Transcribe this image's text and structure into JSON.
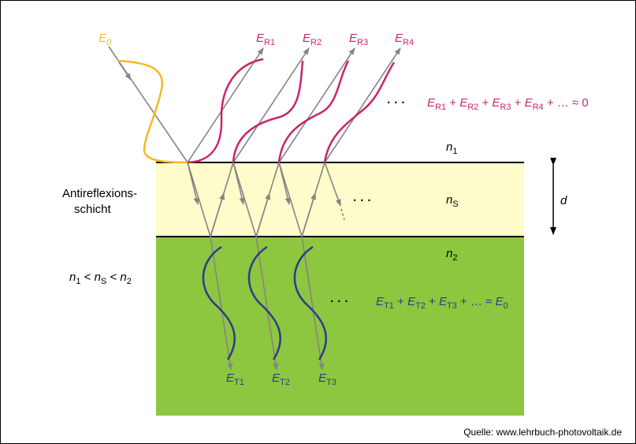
{
  "colors": {
    "background": "#ffffff",
    "coating_layer": "#fffccc",
    "substrate": "#8dc63f",
    "ray": "#858585",
    "incident_wave": "#f7b924",
    "reflected_wave": "#c8246d",
    "transmitted_wave": "#2e3a8c",
    "interface_line": "#000000"
  },
  "labels": {
    "E0": {
      "main": "E",
      "sub": "0"
    },
    "reflected": [
      {
        "main": "E",
        "sub": "R1"
      },
      {
        "main": "E",
        "sub": "R2"
      },
      {
        "main": "E",
        "sub": "R3"
      },
      {
        "main": "E",
        "sub": "R4"
      }
    ],
    "transmitted": [
      {
        "main": "E",
        "sub": "T1"
      },
      {
        "main": "E",
        "sub": "T2"
      },
      {
        "main": "E",
        "sub": "T3"
      }
    ],
    "reflected_sum": {
      "terms": [
        "R1",
        "R2",
        "R3",
        "R4"
      ],
      "plus": "+",
      "tail": "+ … ≈ 0"
    },
    "transmitted_sum": {
      "terms": [
        "T1",
        "T2",
        "T3"
      ],
      "plus": "+",
      "tail": "+ … ≈",
      "result": {
        "main": "E",
        "sub": "0"
      }
    },
    "ellipsis": "· · ·",
    "n1": {
      "main": "n",
      "sub": "1"
    },
    "nS": {
      "main": "n",
      "sub": "S"
    },
    "n2": {
      "main": "n",
      "sub": "2"
    },
    "d": "d",
    "coating_line1": "Antireflexions-",
    "coating_line2": "schicht",
    "index_relation": {
      "n1": "1",
      "nS": "S",
      "n2": "2",
      "lt": "<"
    },
    "source": "Quelle: www.lehrbuch-photovoltaik.de"
  }
}
